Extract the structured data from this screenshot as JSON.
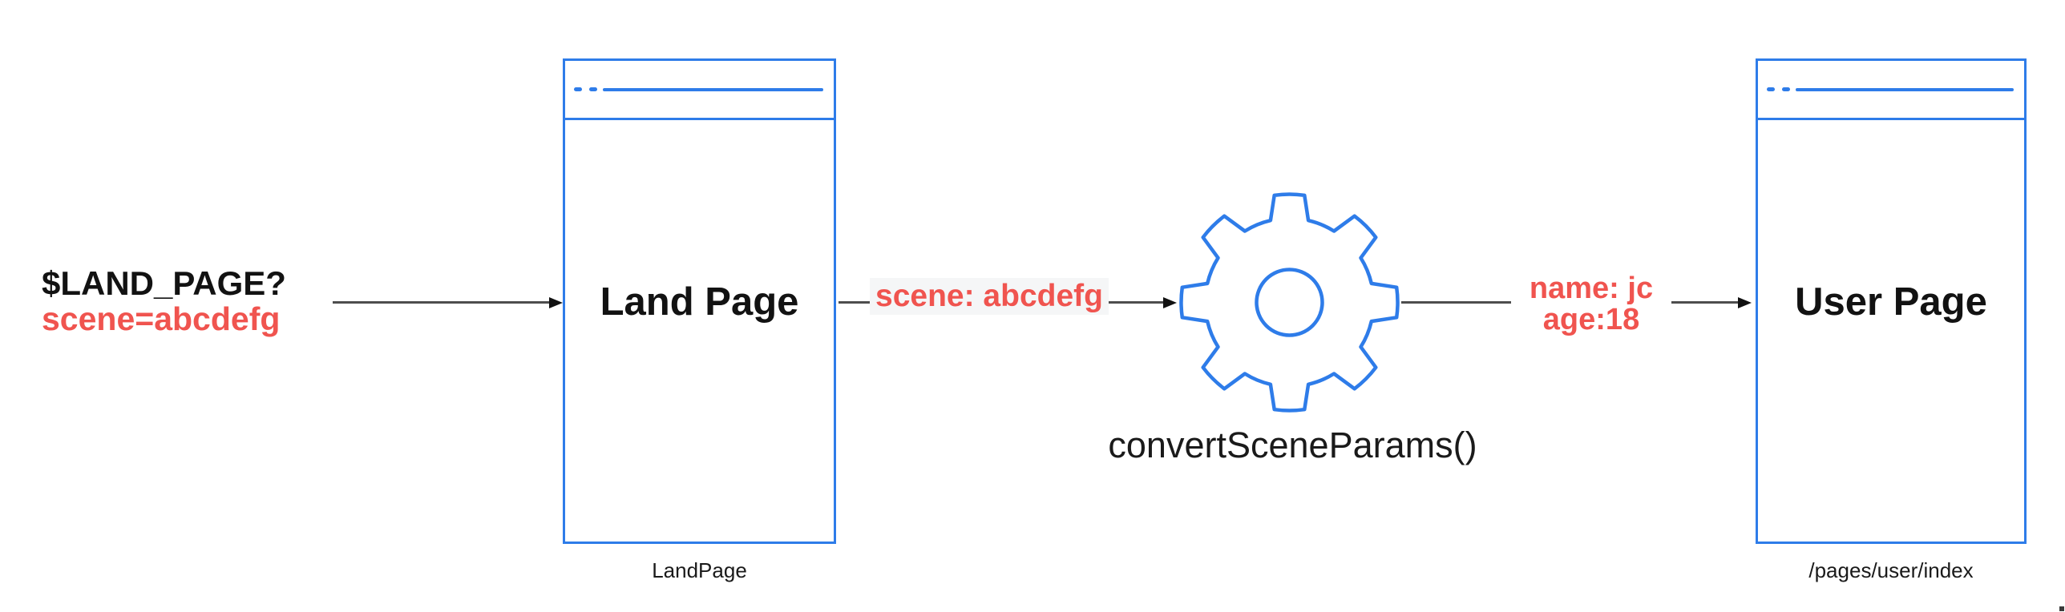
{
  "source_label": {
    "line1": "$LAND_PAGE?",
    "line2": "scene=abcdefg"
  },
  "nodes": {
    "land_page": {
      "title": "Land Page",
      "caption": "LandPage"
    },
    "converter": {
      "label": "convertSceneParams()",
      "icon": "gear-icon"
    },
    "user_page": {
      "title": "User Page",
      "caption": "/pages/user/index"
    }
  },
  "edges": [
    {
      "from": "entry-params",
      "to": "land-page"
    },
    {
      "from": "land-page",
      "to": "converter",
      "label": "scene: abcdefg"
    },
    {
      "from": "converter",
      "to": "user-page",
      "label_lines": [
        "name: jc",
        "age:18"
      ]
    }
  ],
  "colors": {
    "node_border": "#2E7CE9",
    "param_text": "#F0544F",
    "edge_line": "#4D4D4D",
    "arrowhead": "#111111",
    "scene_label_bg": "#F5F6F7",
    "title_text": "#121212"
  }
}
